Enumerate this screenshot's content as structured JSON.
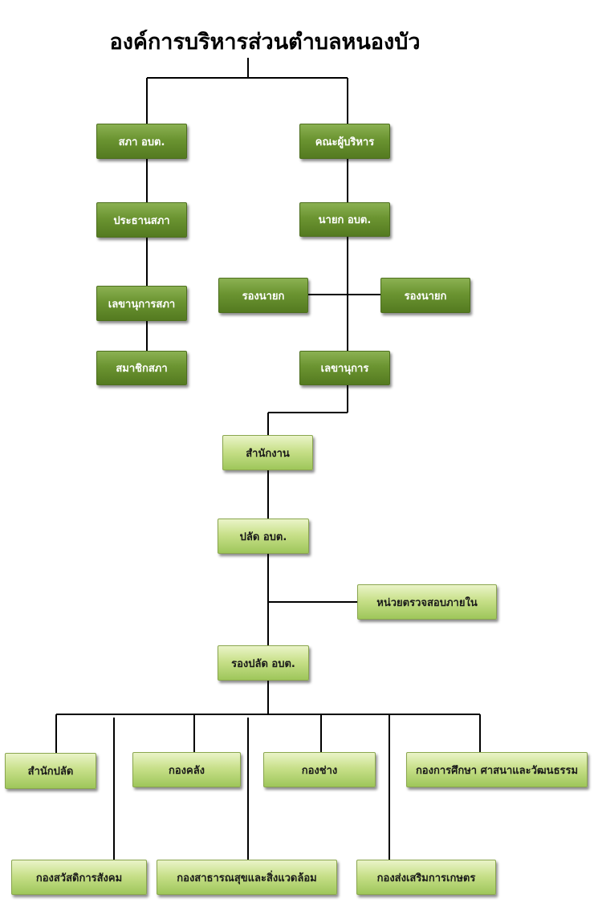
{
  "title": "องค์การบริหารส่วนตำบลหนองบัว",
  "council": {
    "label": "สภา อบต.",
    "president": "ประธานสภา",
    "secretary": "เลขานุการสภา",
    "member": "สมาชิกสภา"
  },
  "executive": {
    "label": "คณะผู้บริหาร",
    "mayor": "นายก อบต.",
    "deputy_left": "รองนายก",
    "deputy_right": "รองนายก",
    "secretary": "เลขานุการ"
  },
  "office": {
    "office": "สำนักงาน",
    "chief": "ปลัด อบต.",
    "audit": "หน่วยตรวจสอบภายใน",
    "deputy_chief": "รองปลัด อบต."
  },
  "divisions": {
    "chief_office": "สำนักปลัด",
    "finance": "กองคลัง",
    "engineering": "กองช่าง",
    "education": "กองการศึกษา ศาสนาและวัฒนธรรม",
    "welfare": "กองสวัสดิการสังคม",
    "health": "กองสาธารณสุขและสิ่งแวดล้อม",
    "agriculture": "กองส่งเสริมการเกษตร"
  }
}
